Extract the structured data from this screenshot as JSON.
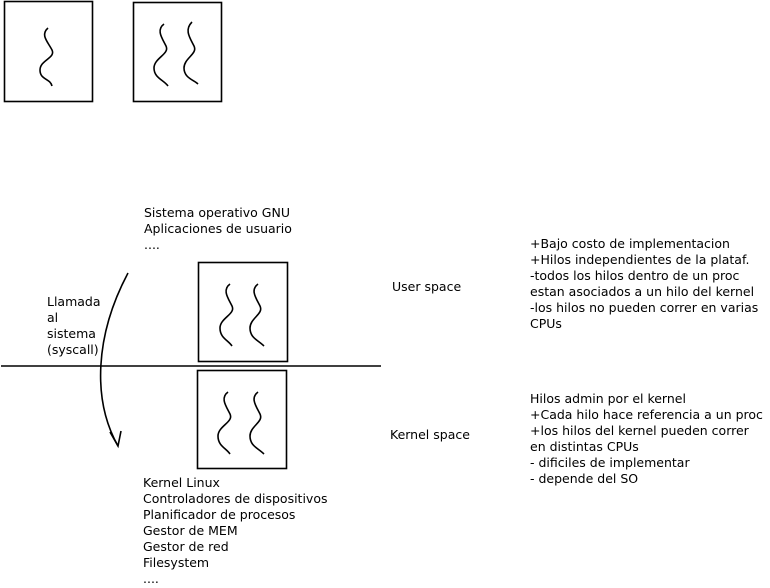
{
  "top_text": {
    "lines": [
      "Sistema operativo GNU",
      "Aplicaciones de usuario",
      "...."
    ]
  },
  "syscall": {
    "lines": [
      "Llamada",
      "al",
      "sistema",
      "(syscall)"
    ]
  },
  "user_space": {
    "label": "User space",
    "notes": [
      "+Bajo costo de implementacion",
      "+Hilos independientes de la plataf.",
      "-todos los hilos dentro de un proc",
      "estan asociados a un hilo del kernel",
      "-los hilos no pueden correr en varias",
      "CPUs"
    ]
  },
  "kernel_space": {
    "label": "Kernel space",
    "notes": [
      "Hilos admin por el kernel",
      "+Cada hilo hace referencia a un proc",
      "+los hilos del kernel pueden correr",
      "en distintas CPUs",
      "- dificiles de implementar",
      "- depende del SO"
    ]
  },
  "bottom_text": {
    "lines": [
      "Kernel Linux",
      "Controladores de dispositivos",
      "Planificador de procesos",
      "Gestor de MEM",
      "Gestor de red",
      "Filesystem",
      "...."
    ]
  }
}
